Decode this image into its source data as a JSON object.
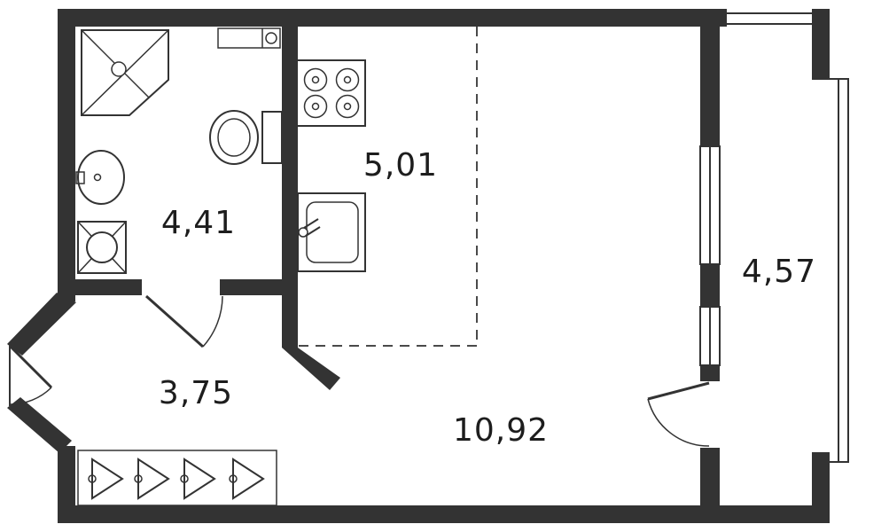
{
  "floorplan": {
    "rooms": [
      {
        "id": "bathroom",
        "area": "4,41"
      },
      {
        "id": "kitchen",
        "area": "5,01"
      },
      {
        "id": "hallway",
        "area": "3,75"
      },
      {
        "id": "living-room",
        "area": "10,92"
      },
      {
        "id": "balcony",
        "area": "4,57"
      }
    ],
    "colors": {
      "wall": "#333333",
      "line": "#333333",
      "dash": "#4a4a4a",
      "background": "#ffffff",
      "text": "#1d1d1d"
    }
  }
}
